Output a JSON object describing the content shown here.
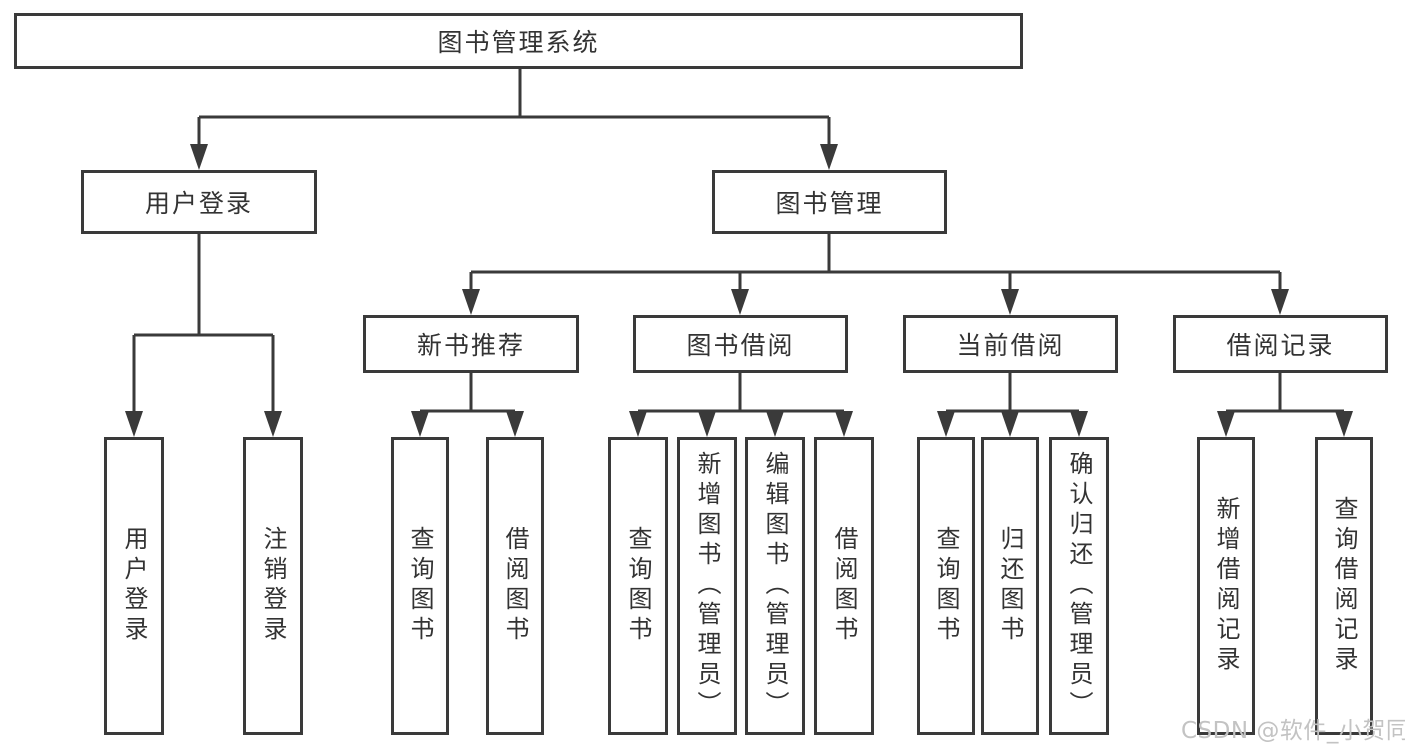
{
  "diagram_type": "tree",
  "tree": {
    "root": "图书管理系统",
    "children": [
      {
        "label": "用户登录",
        "children": [
          {
            "label": "用户登录"
          },
          {
            "label": "注销登录"
          }
        ]
      },
      {
        "label": "图书管理",
        "children": [
          {
            "label": "新书推荐",
            "children": [
              {
                "label": "查询图书"
              },
              {
                "label": "借阅图书"
              }
            ]
          },
          {
            "label": "图书借阅",
            "children": [
              {
                "label": "查询图书"
              },
              {
                "label": "新增图书（管理员）"
              },
              {
                "label": "编辑图书（管理员）"
              },
              {
                "label": "借阅图书"
              }
            ]
          },
          {
            "label": "当前借阅",
            "children": [
              {
                "label": "查询图书"
              },
              {
                "label": "归还图书"
              },
              {
                "label": "确认归还（管理员）"
              }
            ]
          },
          {
            "label": "借阅记录",
            "children": [
              {
                "label": "新增借阅记录"
              },
              {
                "label": "查询借阅记录"
              }
            ]
          }
        ]
      }
    ]
  },
  "watermark": {
    "text": "CSDN @软件_小贺同学"
  },
  "colors": {
    "line": "#3a3a3a",
    "text": "#333333",
    "background": "#ffffff",
    "watermark": "#c3c3c3"
  }
}
